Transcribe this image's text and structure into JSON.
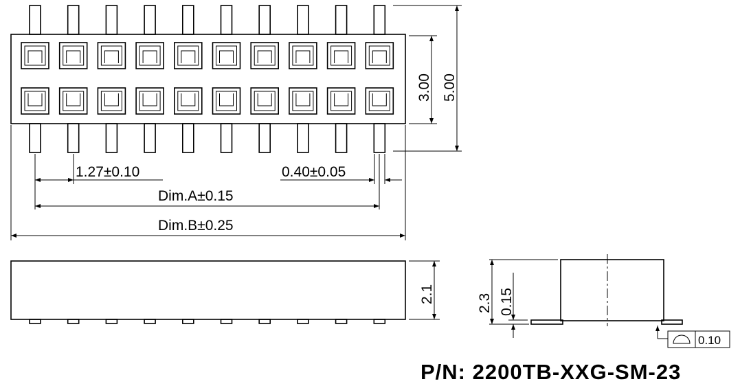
{
  "drawing": {
    "pin_count": 10,
    "dimensions": {
      "pitch": "1.27±0.10",
      "pin_width": "0.40±0.05",
      "dim_a": "Dim.A±0.15",
      "dim_b": "Dim.B±0.25",
      "row_spacing": "3.00",
      "overall_width": "5.00",
      "body_height": "2.1",
      "total_height": "2.3",
      "standoff": "0.15",
      "flatness": "0.10"
    },
    "part_number": "P/N: 2200TB-XXG-SM-23"
  }
}
